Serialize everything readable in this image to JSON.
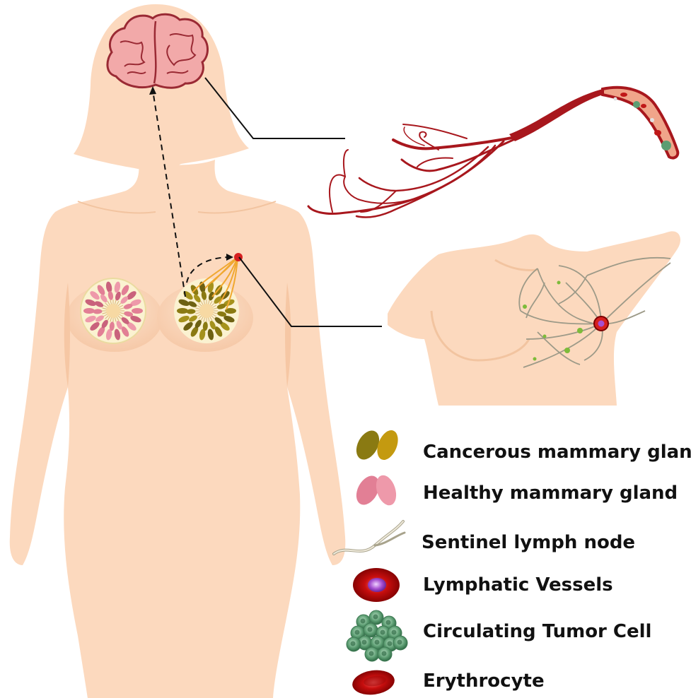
{
  "legend": {
    "items": [
      {
        "id": "cancerous",
        "label": "Cancerous mammary gland",
        "icon": "cancer-gland-icon"
      },
      {
        "id": "healthy",
        "label": "Healthy mammary gland",
        "icon": "healthy-gland-icon"
      },
      {
        "id": "sentinel",
        "label": "Sentinel lymph node",
        "icon": "lymph-strand-icon"
      },
      {
        "id": "lymphatic",
        "label": "Lymphatic Vessels",
        "icon": "lymph-node-cell-icon"
      },
      {
        "id": "ctc",
        "label": "Circulating Tumor Cell",
        "icon": "tumor-cell-cluster-icon"
      },
      {
        "id": "erythrocyte",
        "label": "Erythrocyte",
        "icon": "red-blood-cell-icon"
      }
    ]
  },
  "colors": {
    "skin": "#fcd9be",
    "skin_shadow": "#f5c7a6",
    "brain": "#f2a9a9",
    "brain_outline": "#9a2a34",
    "vessel": "#a8171d",
    "cancer_gland": "#8a7a12",
    "healthy_gland": "#e27f95",
    "lymph_strand": "#e0dcc8",
    "node_red": "#d61f1f",
    "node_core": "#a64fd1",
    "tumor_green": "#5c9d72"
  }
}
